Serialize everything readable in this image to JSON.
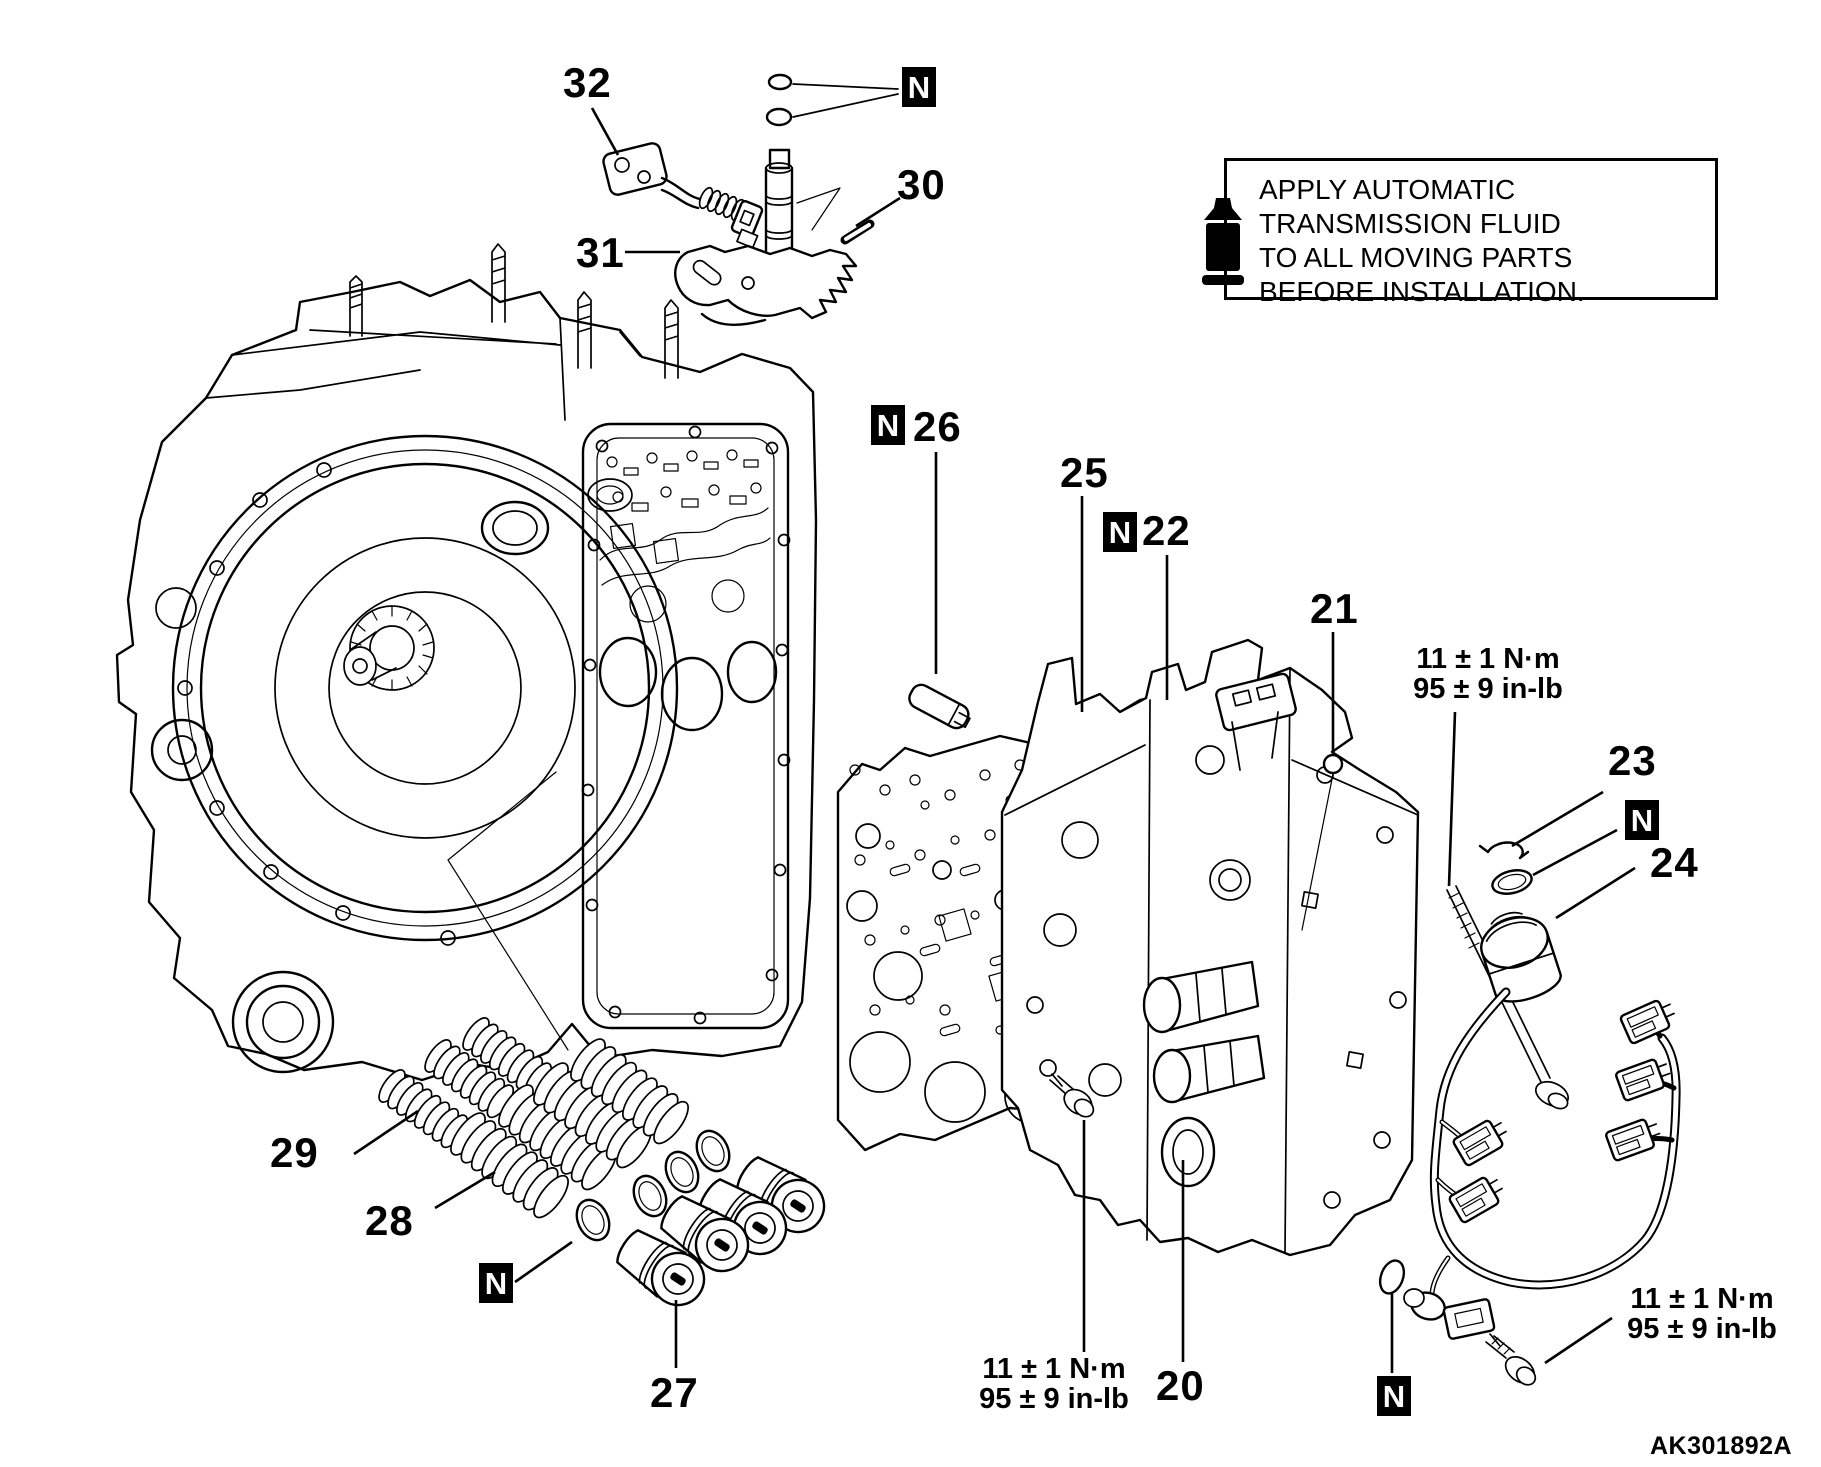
{
  "document": {
    "drawing_number": "AK301892A"
  },
  "symbols": {
    "new_part": "N"
  },
  "note_box": {
    "icon": "oil-bottle-icon",
    "lines": [
      "APPLY AUTOMATIC",
      "TRANSMISSION FLUID",
      "TO ALL MOVING PARTS",
      "BEFORE INSTALLATION."
    ]
  },
  "torque_specs": {
    "top_right": {
      "line1": "11 ± 1 N·m",
      "line2": "95 ± 9 in-lb"
    },
    "bottom_center": {
      "line1": "11 ± 1 N·m",
      "line2": "95 ± 9 in-lb"
    },
    "bottom_right": {
      "line1": "11 ± 1 N·m",
      "line2": "95 ± 9 in-lb"
    }
  },
  "callouts": {
    "c20": "20",
    "c21": "21",
    "c22": "22",
    "c23": "23",
    "c24": "24",
    "c25": "25",
    "c26": "26",
    "c27": "27",
    "c28": "28",
    "c29": "29",
    "c30": "30",
    "c31": "31",
    "c32": "32"
  },
  "colors": {
    "line": "#000000",
    "background": "#ffffff"
  }
}
